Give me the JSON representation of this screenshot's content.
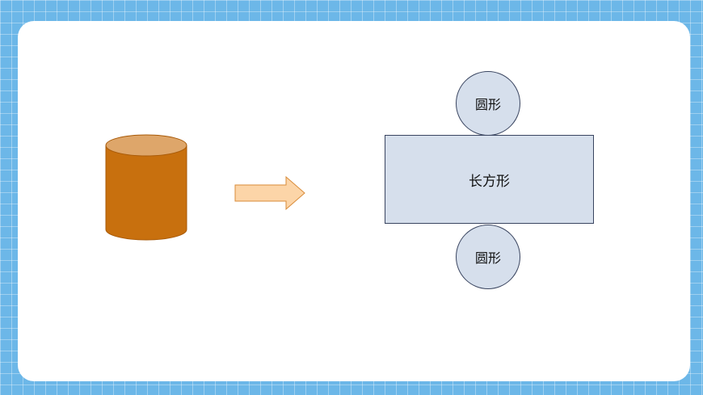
{
  "net": {
    "top_circle_label": "圆形",
    "rectangle_label": "长方形",
    "bottom_circle_label": "圆形"
  },
  "colors": {
    "cylinder_body": "#c8700e",
    "cylinder_top": "#dea66a",
    "arrow_fill": "#fcd5a8",
    "arrow_stroke": "#d98c3a",
    "shape_fill": "#d6dfec",
    "shape_stroke": "#3a4560",
    "background": "#6cb7e8"
  }
}
